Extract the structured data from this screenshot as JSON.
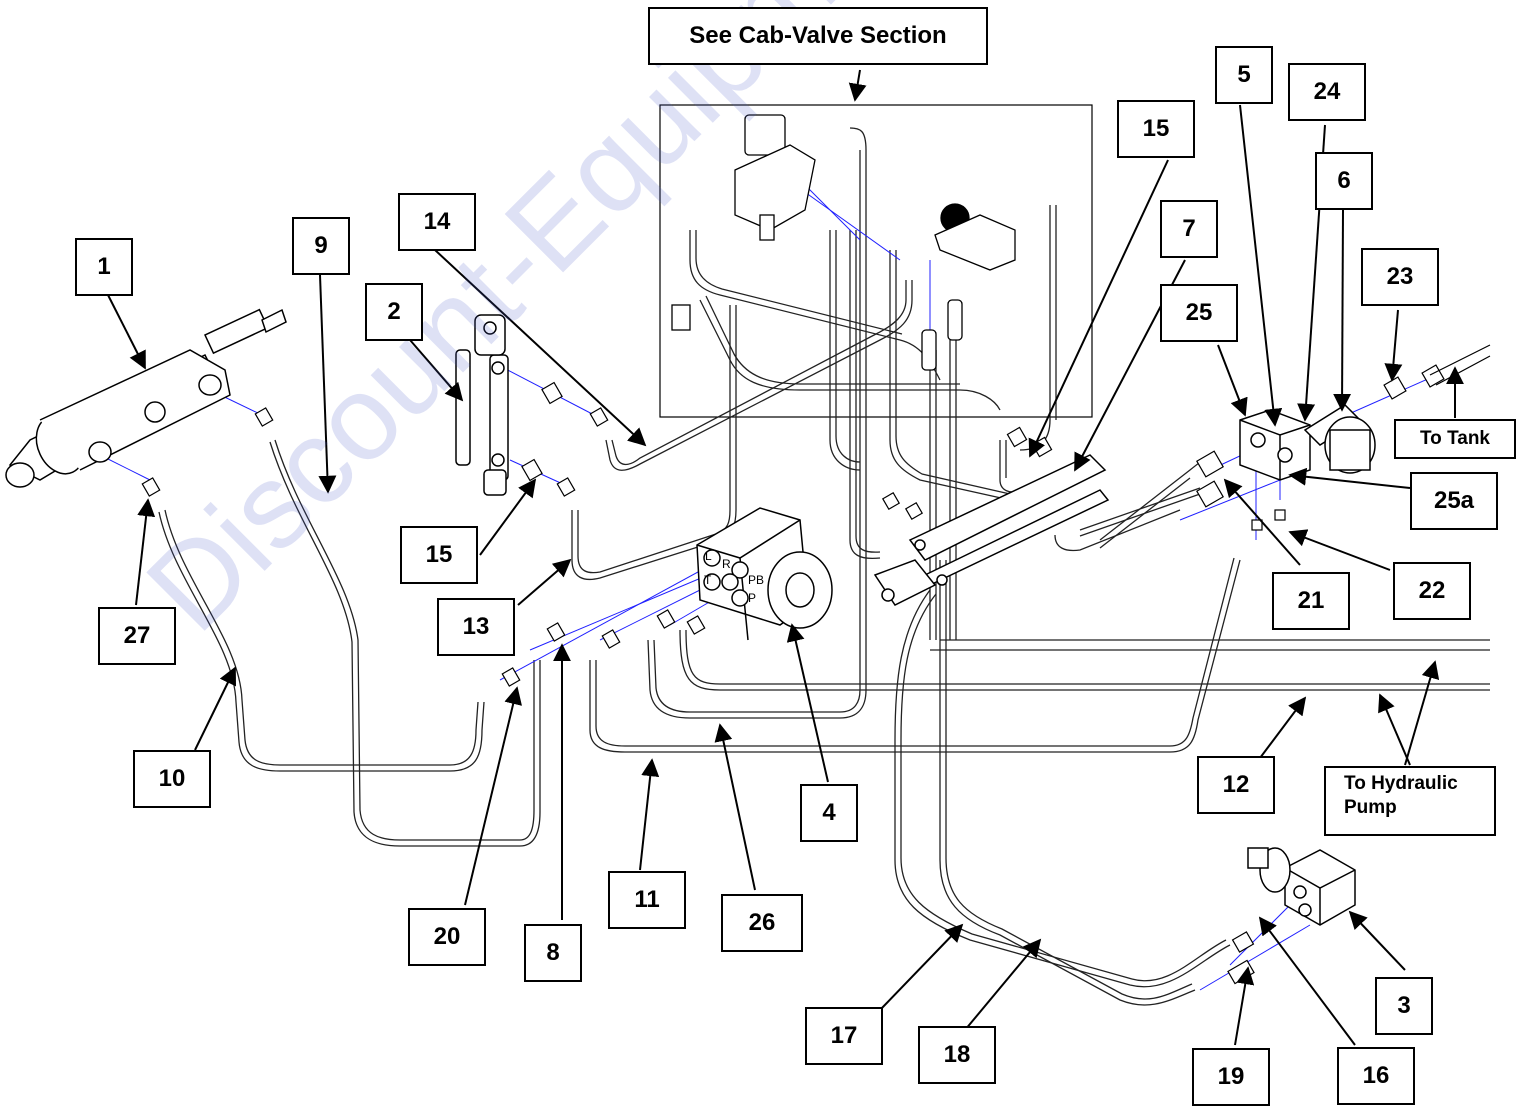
{
  "header": {
    "cab_valve_label": "See Cab-Valve Section"
  },
  "callouts": [
    {
      "id": "c1",
      "label": "1"
    },
    {
      "id": "c2",
      "label": "2"
    },
    {
      "id": "c3",
      "label": "3"
    },
    {
      "id": "c4",
      "label": "4"
    },
    {
      "id": "c5",
      "label": "5"
    },
    {
      "id": "c6",
      "label": "6"
    },
    {
      "id": "c7",
      "label": "7"
    },
    {
      "id": "c8",
      "label": "8"
    },
    {
      "id": "c9",
      "label": "9"
    },
    {
      "id": "c10",
      "label": "10"
    },
    {
      "id": "c11",
      "label": "11"
    },
    {
      "id": "c12",
      "label": "12"
    },
    {
      "id": "c13",
      "label": "13"
    },
    {
      "id": "c14",
      "label": "14"
    },
    {
      "id": "c15a",
      "label": "15"
    },
    {
      "id": "c15b",
      "label": "15"
    },
    {
      "id": "c16",
      "label": "16"
    },
    {
      "id": "c17",
      "label": "17"
    },
    {
      "id": "c18",
      "label": "18"
    },
    {
      "id": "c19",
      "label": "19"
    },
    {
      "id": "c20",
      "label": "20"
    },
    {
      "id": "c21",
      "label": "21"
    },
    {
      "id": "c22",
      "label": "22"
    },
    {
      "id": "c23",
      "label": "23"
    },
    {
      "id": "c24",
      "label": "24"
    },
    {
      "id": "c25",
      "label": "25"
    },
    {
      "id": "c25a",
      "label": "25a"
    },
    {
      "id": "c26",
      "label": "26"
    },
    {
      "id": "c27",
      "label": "27"
    }
  ],
  "notes": {
    "to_tank": "To Tank",
    "to_pump_line1": "To Hydraulic",
    "to_pump_line2": "Pump"
  },
  "port_labels": {
    "l": "L",
    "r": "R",
    "t": "T",
    "pb": "PB",
    "p": "P"
  },
  "watermark": "Discount-Equipment.com Your parts",
  "colors": {
    "line": "#000000",
    "hose": "#333333",
    "blue_line": "#1a1aff",
    "watermark": "#5a6fd0"
  }
}
